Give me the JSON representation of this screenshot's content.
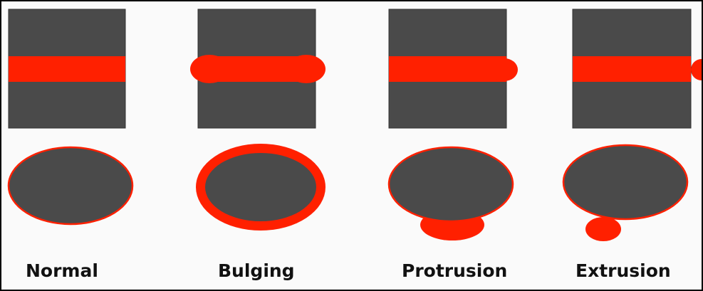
{
  "colors": {
    "disc": "#4a4a4a",
    "nucleus": "#ff2000",
    "label": "#111111",
    "border": "#000000",
    "background": "#fafafa"
  },
  "labels": {
    "normal": "Normal",
    "bulging": "Bulging",
    "protrusion": "Protrusion",
    "extrusion": "Extrusion"
  }
}
